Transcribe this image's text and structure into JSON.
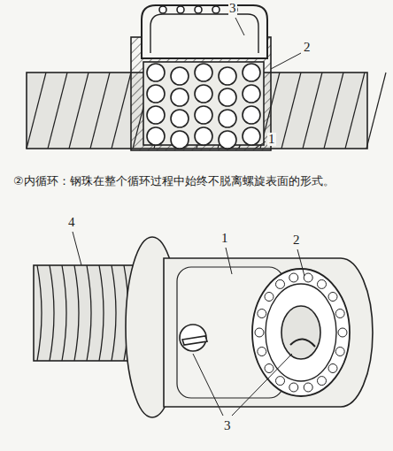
{
  "diagram": {
    "labels": [
      "3",
      "2",
      "1",
      "②内循环：钢珠在整个循环过程中始终不脱离螺旋表面的形式。",
      "4",
      "1",
      "2",
      "3"
    ]
  }
}
